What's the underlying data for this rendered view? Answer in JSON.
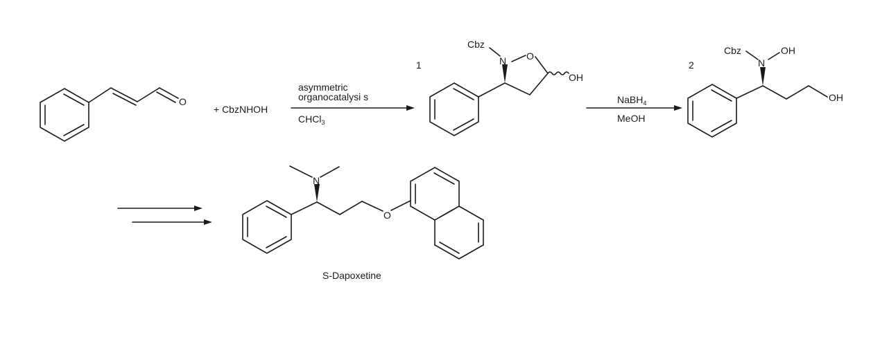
{
  "reactant": {
    "aldehyde_o": "O"
  },
  "reagent": {
    "text": "+ CbzNHOH"
  },
  "step1": {
    "conditions_line1": "asymmetric",
    "conditions_line2": "organocatalysi s",
    "solvent_prefix": "CHCl",
    "solvent_sub": "3"
  },
  "compound1": {
    "number": "1",
    "cbz": "Cbz",
    "n": "N",
    "o": "O",
    "oh": "OH"
  },
  "step2": {
    "reagent_prefix": "NaBH",
    "reagent_sub": "4",
    "solvent": "MeOH"
  },
  "compound2": {
    "number": "2",
    "cbz": "Cbz",
    "n": "N",
    "noh": "OH",
    "oh": "OH"
  },
  "product": {
    "n": "N",
    "o": "O",
    "name": "S-Dapoxetine"
  }
}
